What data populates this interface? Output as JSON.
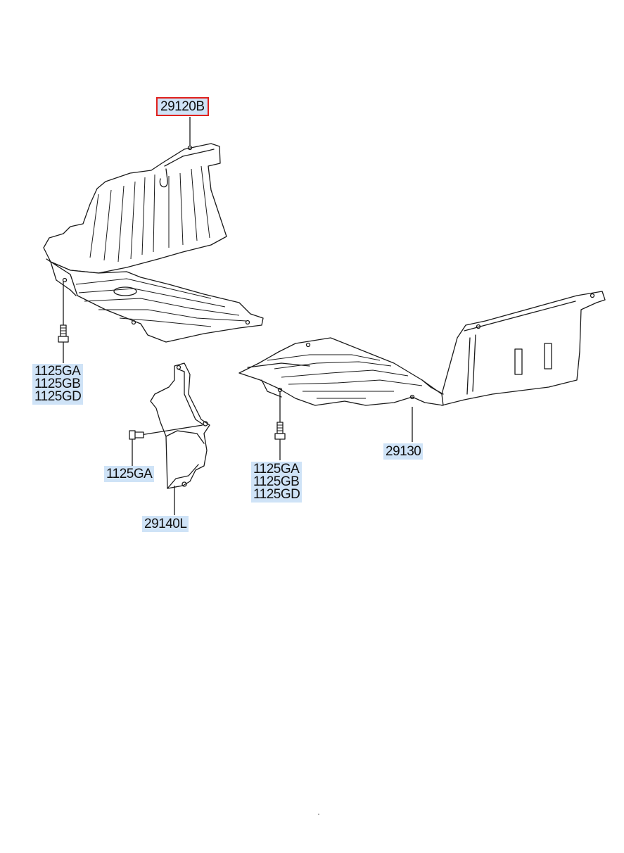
{
  "labels": {
    "part_29120b": "29120B",
    "part_29130": "29130",
    "part_29140l": "29140L",
    "bolt_front_left": [
      "1125GA",
      "1125GB",
      "1125GD"
    ],
    "bolt_center": [
      "1125GA",
      "1125GB",
      "1125GD"
    ],
    "bolt_bracket": "1125GA"
  },
  "colors": {
    "label_background": "#cfe3f7",
    "selected_border": "#e0201c",
    "line": "#1a1a1a"
  }
}
